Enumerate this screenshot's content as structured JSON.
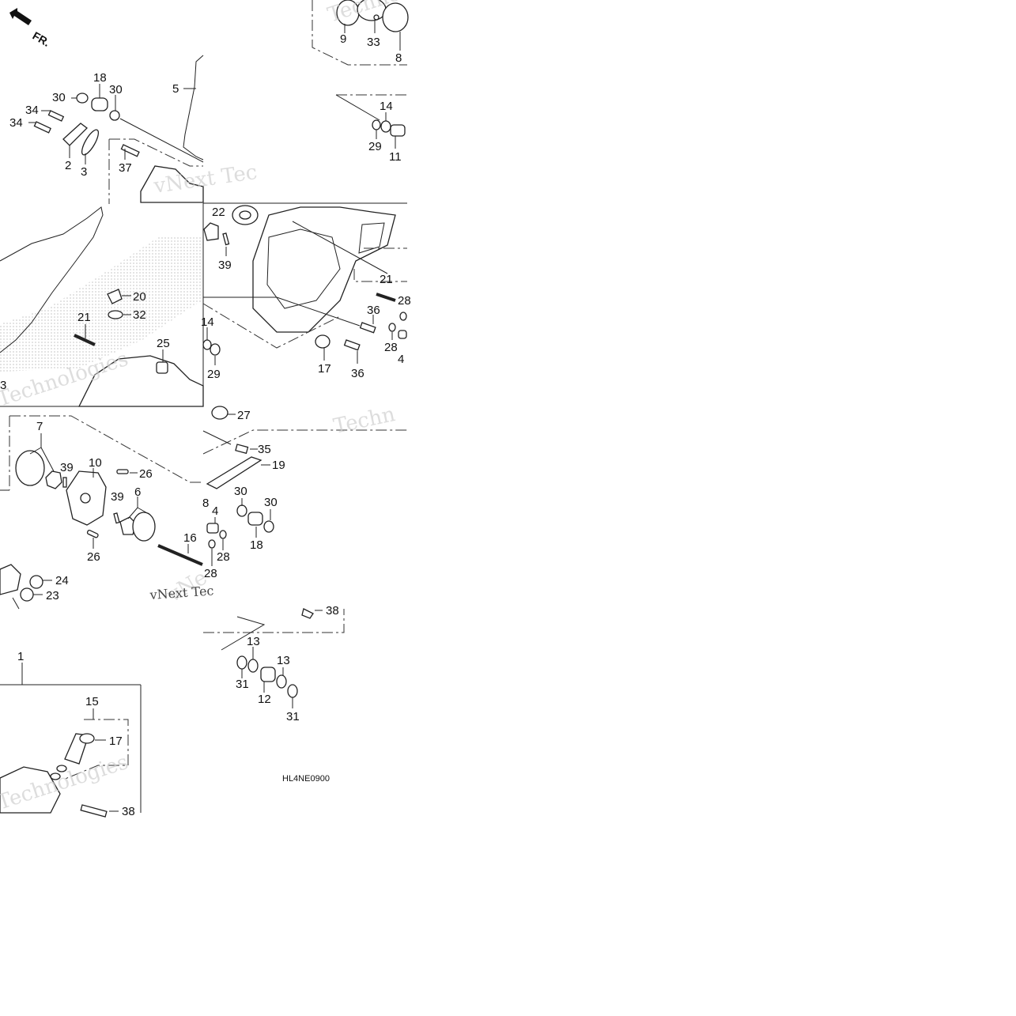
{
  "diagram": {
    "code": "HL4NE0900",
    "front_marker": "FR.",
    "watermarks": [
      "vNext Tec",
      "Techno",
      "Technologies",
      "vNe",
      "Techn"
    ],
    "callouts": [
      {
        "id": "c9",
        "text": "9"
      },
      {
        "id": "c33",
        "text": "33"
      },
      {
        "id": "c8",
        "text": "8"
      },
      {
        "id": "c18a",
        "text": "18"
      },
      {
        "id": "c30a",
        "text": "30"
      },
      {
        "id": "c30b",
        "text": "30"
      },
      {
        "id": "c5",
        "text": "5"
      },
      {
        "id": "c34a",
        "text": "34"
      },
      {
        "id": "c34b",
        "text": "34"
      },
      {
        "id": "c2",
        "text": "2"
      },
      {
        "id": "c3",
        "text": "3"
      },
      {
        "id": "c37",
        "text": "37"
      },
      {
        "id": "c14a",
        "text": "14"
      },
      {
        "id": "c29a",
        "text": "29"
      },
      {
        "id": "c11",
        "text": "11"
      },
      {
        "id": "c22",
        "text": "22"
      },
      {
        "id": "c39a",
        "text": "39"
      },
      {
        "id": "c21a",
        "text": "21"
      },
      {
        "id": "c28a",
        "text": "28"
      },
      {
        "id": "c20",
        "text": "20"
      },
      {
        "id": "c32",
        "text": "32"
      },
      {
        "id": "c21b",
        "text": "21"
      },
      {
        "id": "c36a",
        "text": "36"
      },
      {
        "id": "c14b",
        "text": "14"
      },
      {
        "id": "c25",
        "text": "25"
      },
      {
        "id": "c28b",
        "text": "28"
      },
      {
        "id": "c4a",
        "text": "4"
      },
      {
        "id": "c29b",
        "text": "29"
      },
      {
        "id": "c17a",
        "text": "17"
      },
      {
        "id": "c36b",
        "text": "36"
      },
      {
        "id": "c3b",
        "text": "3"
      },
      {
        "id": "c27",
        "text": "27"
      },
      {
        "id": "c7",
        "text": "7"
      },
      {
        "id": "c35",
        "text": "35"
      },
      {
        "id": "c39b",
        "text": "39"
      },
      {
        "id": "c10",
        "text": "10"
      },
      {
        "id": "c26a",
        "text": "26"
      },
      {
        "id": "c19",
        "text": "19"
      },
      {
        "id": "c39c",
        "text": "39"
      },
      {
        "id": "c6",
        "text": "6"
      },
      {
        "id": "c30c",
        "text": "30"
      },
      {
        "id": "c30d",
        "text": "30"
      },
      {
        "id": "c8b",
        "text": "8"
      },
      {
        "id": "c4b",
        "text": "4"
      },
      {
        "id": "c16",
        "text": "16"
      },
      {
        "id": "c26b",
        "text": "26"
      },
      {
        "id": "c28c",
        "text": "28"
      },
      {
        "id": "c18b",
        "text": "18"
      },
      {
        "id": "c28d",
        "text": "28"
      },
      {
        "id": "c24",
        "text": "24"
      },
      {
        "id": "c23",
        "text": "23"
      },
      {
        "id": "c38a",
        "text": "38"
      },
      {
        "id": "c13a",
        "text": "13"
      },
      {
        "id": "c13b",
        "text": "13"
      },
      {
        "id": "c1",
        "text": "1"
      },
      {
        "id": "c31a",
        "text": "31"
      },
      {
        "id": "c12",
        "text": "12"
      },
      {
        "id": "c31b",
        "text": "31"
      },
      {
        "id": "c15",
        "text": "15"
      },
      {
        "id": "c17b",
        "text": "17"
      },
      {
        "id": "c38b",
        "text": "38"
      }
    ]
  }
}
